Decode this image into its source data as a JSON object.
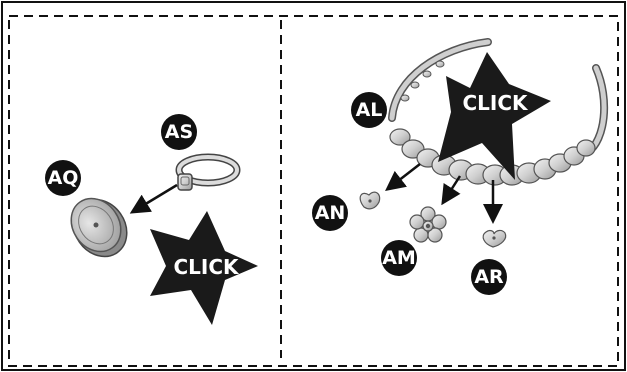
{
  "left_panel": {
    "click_label": "CLICK",
    "parts": {
      "aq": "AQ",
      "as": "AS"
    }
  },
  "right_panel": {
    "click_label": "CLICK",
    "parts": {
      "al": "AL",
      "an": "AN",
      "am": "AM",
      "ar": "AR"
    }
  },
  "colors": {
    "badge": "#111111",
    "star": "#1a1a1a",
    "part_fill": "#d6d6d6",
    "border": "#111111"
  }
}
